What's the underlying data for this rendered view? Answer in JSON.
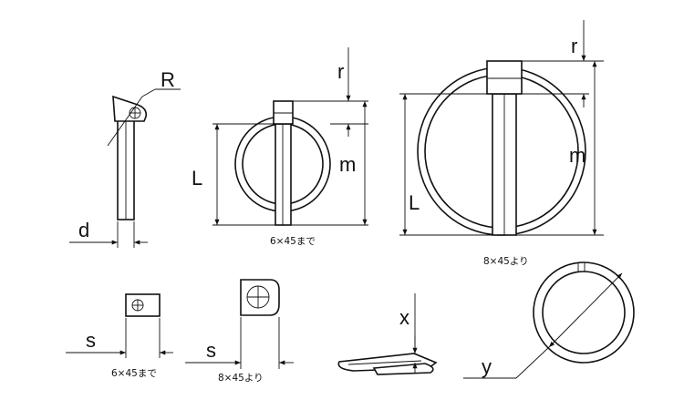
{
  "dimension_labels": {
    "R": "R",
    "d": "d",
    "r_mid": "r",
    "L_mid": "L",
    "m_mid": "m",
    "r_right": "r",
    "L_right": "L",
    "m_right": "m",
    "s_left": "s",
    "s_right": "s",
    "x": "x",
    "y": "y"
  },
  "notes": {
    "mid_range": "6×45まで",
    "right_range": "8×45より",
    "s_left_range": "6×45まで",
    "s_right_range": "8×45より"
  }
}
